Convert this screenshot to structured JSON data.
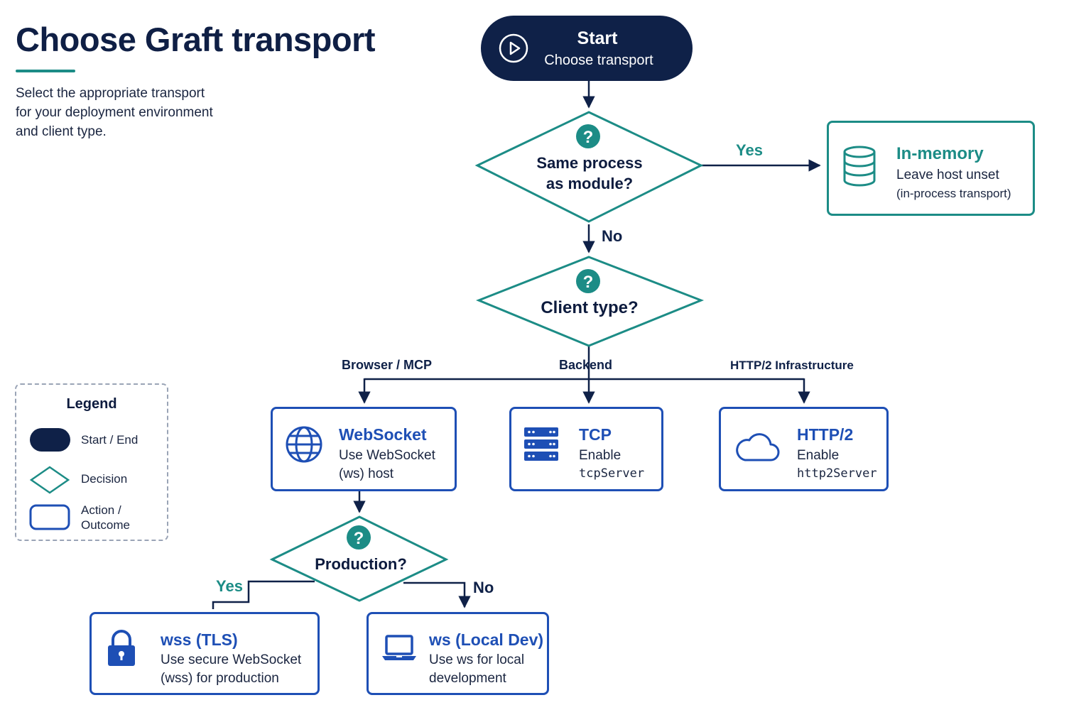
{
  "header": {
    "title": "Choose Graft transport",
    "subtitle_lines": [
      "Select the appropriate transport",
      "for your deployment environment",
      "and client type."
    ]
  },
  "start": {
    "title": "Start",
    "subtitle": "Choose transport",
    "icon": "play-circle-icon"
  },
  "decisions": {
    "same_process": {
      "lines": [
        "Same process",
        "as module?"
      ],
      "icon": "question-icon"
    },
    "client_type": {
      "lines": [
        "Client type?"
      ],
      "icon": "question-icon"
    },
    "production": {
      "lines": [
        "Production?"
      ],
      "icon": "question-icon"
    }
  },
  "edges": {
    "same_process_yes": "Yes",
    "same_process_no": "No",
    "branch_browser": "Browser / MCP",
    "branch_backend": "Backend",
    "branch_http2": "HTTP/2 Infrastructure",
    "production_yes": "Yes",
    "production_no": "No"
  },
  "outcomes": {
    "in_memory": {
      "title": "In-memory",
      "lines": [
        "Leave host unset",
        "(in-process transport)"
      ],
      "icon": "database-icon"
    },
    "websocket": {
      "title": "WebSocket",
      "lines": [
        "Use WebSocket",
        "(ws) host"
      ],
      "icon": "globe-icon"
    },
    "tcp": {
      "title": "TCP",
      "lines": [
        "Enable",
        "tcpServer"
      ],
      "icon": "server-icon"
    },
    "http2": {
      "title": "HTTP/2",
      "lines": [
        "Enable",
        "http2Server"
      ],
      "icon": "cloud-icon"
    },
    "wss": {
      "title": "wss (TLS)",
      "lines": [
        "Use secure WebSocket",
        "(wss) for production"
      ],
      "icon": "lock-icon"
    },
    "ws_local": {
      "title": "ws (Local Dev)",
      "lines": [
        "Use ws for local",
        "development"
      ],
      "icon": "laptop-icon"
    }
  },
  "legend": {
    "title": "Legend",
    "items": [
      {
        "label_lines": [
          "Start / End"
        ],
        "shape": "pill"
      },
      {
        "label_lines": [
          "Decision"
        ],
        "shape": "diamond"
      },
      {
        "label_lines": [
          "Action /",
          "Outcome"
        ],
        "shape": "rounded-rect"
      }
    ]
  },
  "colors": {
    "navy": "#0f2148",
    "teal": "#1c8c86",
    "blue": "#1e4fb5",
    "arrow": "#0f2148"
  }
}
